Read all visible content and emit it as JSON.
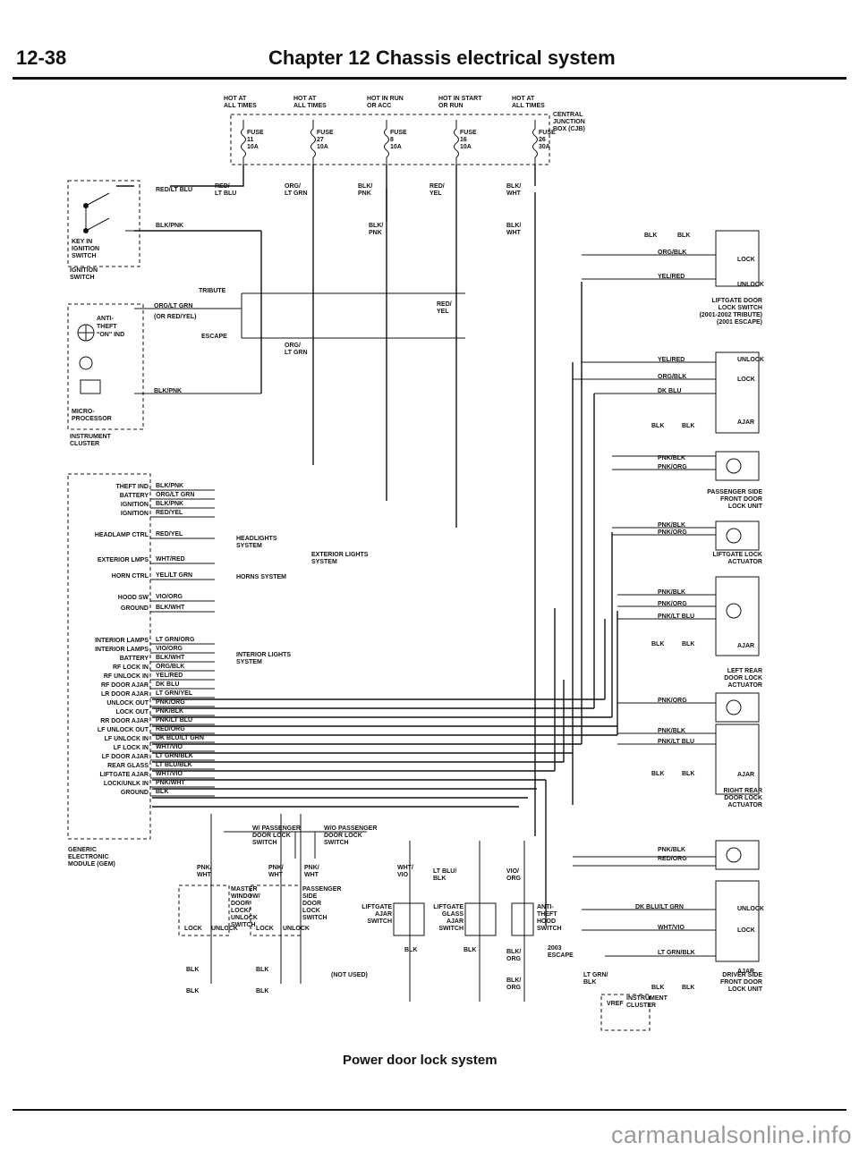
{
  "header": {
    "page_number": "12-38",
    "chapter_title": "Chapter 12  Chassis electrical system"
  },
  "caption": "Power door lock system",
  "footer_url": "carmanualsonline.info",
  "power": {
    "labels": [
      "HOT AT\nALL TIMES",
      "HOT AT\nALL TIMES",
      "HOT IN RUN\nOR ACC",
      "HOT IN START\nOR RUN",
      "HOT AT\nALL TIMES"
    ],
    "fuses": [
      "FUSE\n11\n10A",
      "FUSE\n27\n10A",
      "FUSE\n8\n10A",
      "FUSE\n16\n10A",
      "FUSE\n26\n30A"
    ],
    "cjb": "CENTRAL\nJUNCTION\nBOX (CJB)"
  },
  "wires_top": [
    "RED/\nLT BLU",
    "ORG/\nLT GRN",
    "BLK/\nPNK",
    "RED/\nYEL",
    "BLK/\nWHT",
    "BLK/\nPNK",
    "BLK/\nWHT",
    "RED/LT BLU",
    "BLK/PNK"
  ],
  "ignition": {
    "box": "KEY IN\nIGNITION\nSWITCH",
    "title": "IGNITION\nSWITCH"
  },
  "cluster": {
    "anti_theft": "ANTI-\nTHEFT\n\"ON\" IND",
    "micro": "MICRO-\nPROCESSOR",
    "title": "INSTRUMENT\nCLUSTER",
    "tribute": "TRIBUTE",
    "escape": "ESCAPE",
    "wire1": "ORG/LT GRN",
    "wire1b": "(OR RED/YEL)",
    "wire2": "BLK/PNK",
    "red_yel": "RED/\nYEL",
    "org_ltgrn": "ORG/\nLT GRN"
  },
  "gem": {
    "title": "GENERIC\nELECTRONIC\nMODULE (GEM)",
    "pins": [
      "THEFT IND",
      "BATTERY",
      "IGNITION",
      "IGNITION",
      "HEADLAMP CTRL",
      "EXTERIOR LMPS",
      "HORN CTRL",
      "HOOD SW",
      "GROUND",
      "INTERIOR LAMPS",
      "INTERIOR LAMPS",
      "BATTERY",
      "RF LOCK IN",
      "RF UNLOCK IN",
      "RF DOOR AJAR",
      "LR DOOR AJAR",
      "UNLOCK OUT",
      "LOCK OUT",
      "RR DOOR AJAR",
      "LF UNLOCK OUT",
      "LF UNLOCK IN",
      "LF LOCK IN",
      "LF DOOR AJAR",
      "REAR GLASS",
      "LIFTGATE AJAR",
      "LOCK/UNLK IN",
      "GROUND"
    ],
    "wires": [
      "BLK/PNK",
      "ORG/LT GRN",
      "BLK/PNK",
      "RED/YEL",
      "RED/YEL",
      "WHT/RED",
      "YEL/LT GRN",
      "VIO/ORG",
      "BLK/WHT",
      "LT GRN/ORG",
      "VIO/ORG",
      "BLK/WHT",
      "ORG/BLK",
      "YEL/RED",
      "DK BLU",
      "LT GRN/YEL",
      "PNK/ORG",
      "PNK/BLK",
      "PNK/LT BLU",
      "RED/ORG",
      "DK BLU/LT GRN",
      "WHT/VIO",
      "LT GRN/BLK",
      "LT BLU/BLK",
      "WHT/VIO",
      "PNK/WHT",
      "BLK"
    ],
    "targets": [
      "HEADLIGHTS\nSYSTEM",
      "EXTERIOR LIGHTS\nSYSTEM",
      "HORNS SYSTEM",
      "INTERIOR LIGHTS\nSYSTEM"
    ],
    "misc": [
      "BLK",
      "PNK/LT BLU",
      "PNK/WHT"
    ]
  },
  "right_side": {
    "liftgate_switch": "LIFTGATE DOOR\nLOCK SWITCH\n(2001-2002 TRIBUTE)\n(2001 ESCAPE)",
    "pass_front": "PASSENGER SIDE\nFRONT DOOR\nLOCK UNIT",
    "liftgate_act": "LIFTGATE LOCK\nACTUATOR",
    "left_rear": "LEFT REAR\nDOOR LOCK\nACTUATOR",
    "right_rear": "RIGHT REAR\nDOOR LOCK\nACTUATOR",
    "driver_front": "DRIVER SIDE\nFRONT DOOR\nLOCK UNIT",
    "wires": [
      "BLK",
      "BLK",
      "ORG/BLK",
      "YEL/RED",
      "YEL/RED",
      "ORG/BLK",
      "DK BLU",
      "BLK",
      "BLK",
      "PNK/BLK",
      "PNK/ORG",
      "PNK/BLK",
      "PNK/ORG",
      "PNK/BLK",
      "PNK/ORG",
      "PNK/LT BLU",
      "BLK",
      "BLK",
      "PNK/ORG",
      "PNK/BLK",
      "PNK/LT BLU",
      "BLK",
      "BLK",
      "PNK/BLK",
      "RED/ORG",
      "DK BLU/LT GRN",
      "WHT/VIO",
      "LT GRN/BLK",
      "BLK",
      "BLK"
    ],
    "states": [
      "LOCK",
      "UNLOCK",
      "UNLOCK",
      "LOCK",
      "AJAR",
      "AJAR",
      "AJAR",
      "UNLOCK",
      "LOCK",
      "AJAR"
    ]
  },
  "bottom_switches": {
    "master": "MASTER\nWINDOW/\nDOOR\nLOCK/\nUNLOCK\nSWITCH",
    "pass": "PASSENGER\nSIDE\nDOOR\nLOCK\nSWITCH",
    "with_pass": "W/ PASSENGER\nDOOR LOCK\nSWITCH",
    "without_pass": "W/O PASSENGER\nDOOR LOCK\nSWITCH",
    "liftgate_ajar": "LIFTGATE\nAJAR\nSWITCH",
    "liftgate_glass": "LIFTGATE\nGLASS\nAJAR\nSWITCH",
    "hood": "ANTI-\nTHEFT\nHOOD\nSWITCH",
    "not_used": "(NOT USED)",
    "escape": "2003\nESCAPE",
    "vref": "VREF",
    "cluster": "INSTRUMENT\nCLUSTER",
    "wires": [
      "PNK/\nWHT",
      "PNK/\nWHT",
      "PNK/\nWHT",
      "WHT/\nVIO",
      "LT BLU/\nBLK",
      "VIO/\nORG",
      "BLK",
      "BLK",
      "BLK",
      "BLK",
      "BLK",
      "BLK",
      "BLK/\nORG",
      "BLK/\nORG",
      "LT GRN/\nBLK",
      "LOCK",
      "UNLOCK",
      "LOCK",
      "UNLOCK"
    ]
  }
}
